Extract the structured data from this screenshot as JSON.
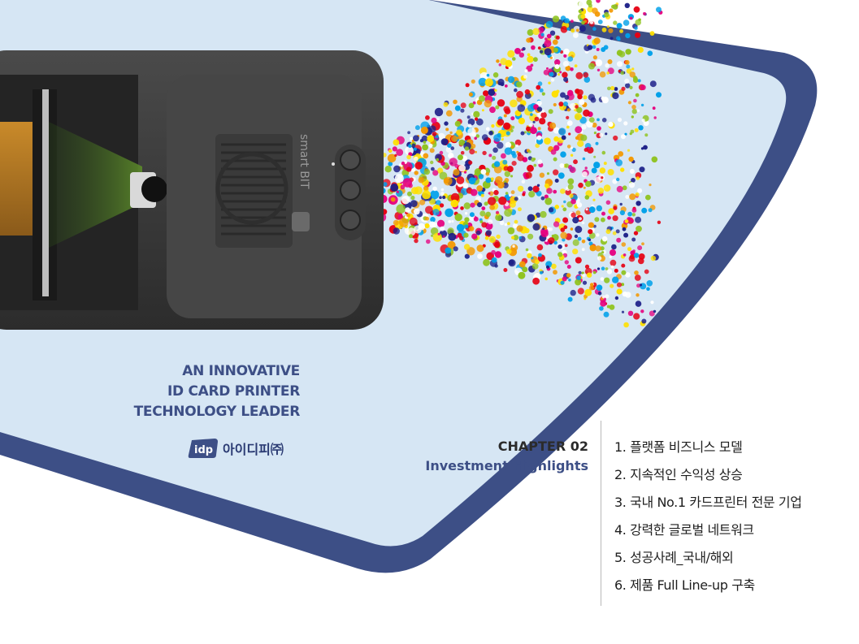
{
  "tagline": [
    "AN INNOVATIVE",
    "ID CARD PRINTER",
    "TECHNOLOGY LEADER"
  ],
  "company": {
    "logo_text": "아이디피㈜",
    "logo_mark_text": "idp"
  },
  "printer": {
    "brand_text": "smart BIT"
  },
  "chapter": {
    "number": "CHAPTER 02",
    "title": "Investment Highlights"
  },
  "toc": [
    "1. 플랫폼 비즈니스 모델",
    "2. 지속적인 수익성 상승",
    "3. 국내 No.1 카드프린터 전문 기업",
    "4. 강력한 글로벌 네트워크",
    "5. 성공사례_국내/해외",
    "6. 제품 Full Line-up 구축"
  ],
  "colors": {
    "navy": "#3d4f86",
    "light_blue": "#d6e6f4",
    "printer_body": "#3a3a3a",
    "confetti": [
      "#e6007e",
      "#ffe000",
      "#00a0e9",
      "#f39800",
      "#8fc31f",
      "#1d2088",
      "#e60012",
      "#ffffff"
    ]
  }
}
